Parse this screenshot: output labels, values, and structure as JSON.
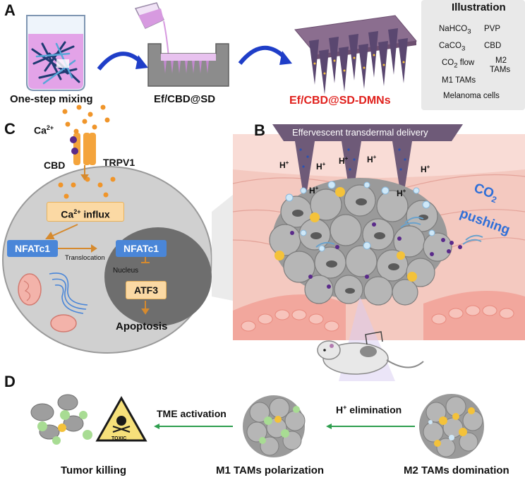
{
  "panels": {
    "a": "A",
    "b": "B",
    "c": "C",
    "d": "D"
  },
  "panel_a": {
    "step1": "One-step mixing",
    "step2": "Ef/CBD@SD",
    "step3": "Ef/CBD@SD-DMNs"
  },
  "illustration": {
    "title": "Illustration",
    "nahco3": "NaHCO",
    "nahco3_sub": "3",
    "pvp": "PVP",
    "caco3": "CaCO",
    "caco3_sub": "3",
    "cbd": "CBD",
    "co2flow": "CO",
    "co2flow_sub": "2",
    "co2flow_tail": " flow",
    "m2_line1": "M2",
    "m2_line2": "TAMs",
    "m1": "M1 TAMs",
    "melanoma": "Melanoma cells"
  },
  "panel_c": {
    "ca": "Ca",
    "ca_sup": "2+",
    "cbd": "CBD",
    "trpv1": "TRPV1",
    "influx": "Ca",
    "influx_sup": "2+",
    "influx_tail": " influx",
    "nfatc1_left": "NFATc1",
    "translocation": "Translocation",
    "nfatc1_right": "NFATc1",
    "nucleus": "Nucleus",
    "atf3": "ATF3",
    "apoptosis": "Apoptosis"
  },
  "panel_b": {
    "title": "Effervescent transdermal delivery",
    "h_plus": "H",
    "h_sup": "+",
    "co2": "CO",
    "co2_sub": "2",
    "pushing": "pushing"
  },
  "panel_d": {
    "tme": "TME activation",
    "h_elim": "H",
    "h_elim_sup": "+",
    "h_elim_tail": " elimination",
    "toxic": "TOXIC",
    "tumor_killing": "Tumor killing",
    "m1_polar": "M1 TAMs polarization",
    "m2_dom": "M2 TAMs domination"
  },
  "colors": {
    "accent_red": "#e0201c",
    "blue": "#4a86d8",
    "orange": "#f3a443",
    "green": "#2e9e4e",
    "purple": "#5a2a8a"
  }
}
